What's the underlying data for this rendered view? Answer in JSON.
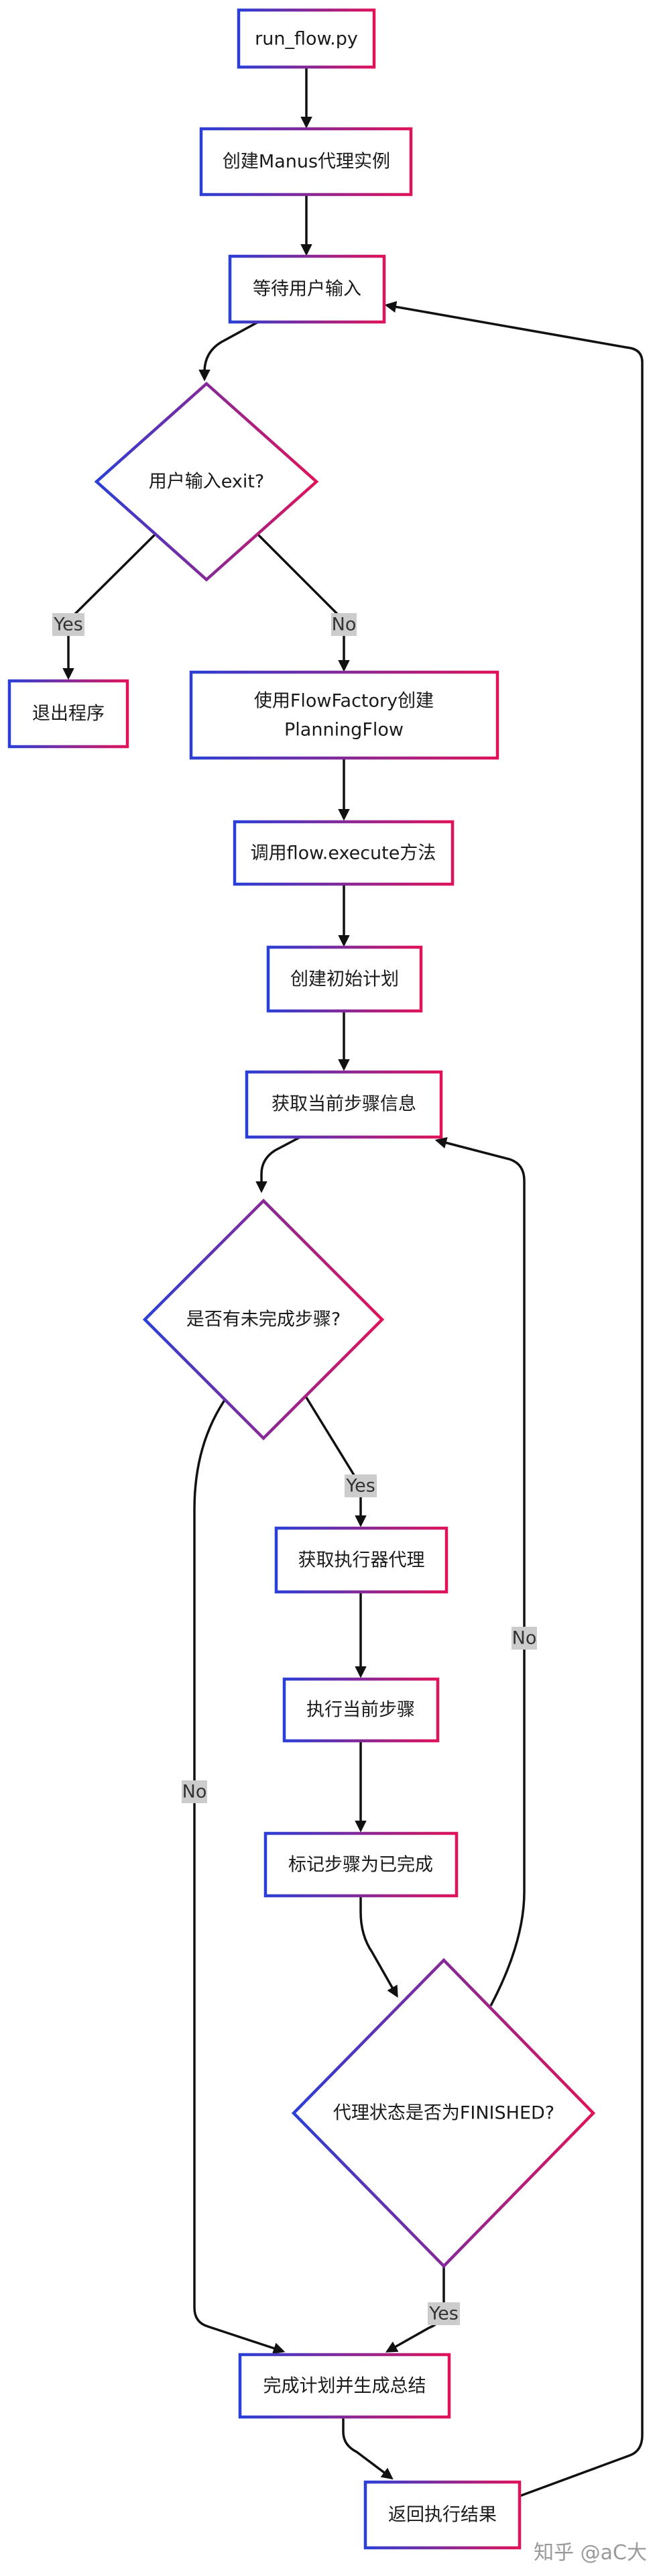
{
  "colors": {
    "gradient_start": "#2b3fd6",
    "gradient_end": "#e0135a",
    "edge": "#111111",
    "label_bg": "#cccccc",
    "watermark": "#9a9a9a"
  },
  "nodes": {
    "run_flow": {
      "label": "run_flow.py"
    },
    "create_agent": {
      "label": "创建Manus代理实例"
    },
    "wait_input": {
      "label": "等待用户输入"
    },
    "exit_check": {
      "label": "用户输入exit?"
    },
    "exit_program": {
      "label": "退出程序"
    },
    "create_flow": {
      "line1": "使用FlowFactory创建",
      "line2": "PlanningFlow"
    },
    "call_execute": {
      "label": "调用flow.execute方法"
    },
    "create_plan": {
      "label": "创建初始计划"
    },
    "get_step": {
      "label": "获取当前步骤信息"
    },
    "steps_check": {
      "label": "是否有未完成步骤?"
    },
    "get_executor": {
      "label": "获取执行器代理"
    },
    "execute_step": {
      "label": "执行当前步骤"
    },
    "mark_done": {
      "label": "标记步骤为已完成"
    },
    "finished_check": {
      "label": "代理状态是否为FINISHED?"
    },
    "finish_plan": {
      "label": "完成计划并生成总结"
    },
    "return_result": {
      "label": "返回执行结果"
    }
  },
  "edge_labels": {
    "exit_yes": "Yes",
    "exit_no": "No",
    "steps_yes": "Yes",
    "steps_no": "No",
    "finished_no": "No",
    "finished_yes": "Yes"
  },
  "watermark": "知乎 @aC大"
}
